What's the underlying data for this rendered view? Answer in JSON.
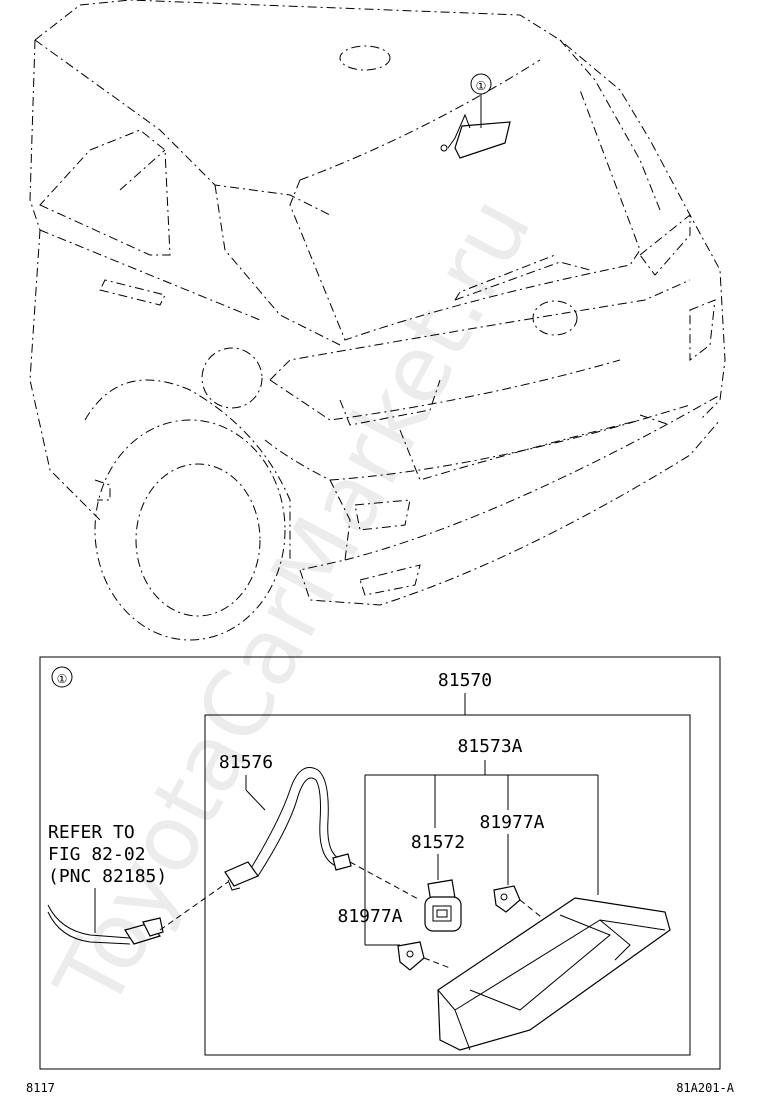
{
  "diagram": {
    "callout_marker": "①",
    "watermark": "ToyotaCarMarket.ru",
    "page_number": "8117",
    "figure_code": "81A201-A",
    "parts": {
      "assembly": "81570",
      "housing": "81573A",
      "wire": "81576",
      "socket": "81572",
      "clip_upper": "81977A",
      "clip_lower": "81977A"
    },
    "reference": {
      "line1": "REFER TO",
      "line2": "FIG 82-02",
      "line3": "(PNC 82185)"
    }
  }
}
